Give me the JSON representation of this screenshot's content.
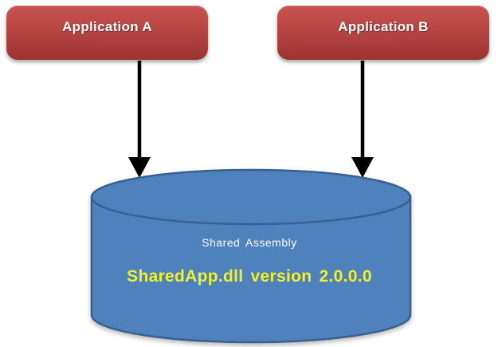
{
  "diagram": {
    "nodes": {
      "app_a": {
        "label": "Application A"
      },
      "app_b": {
        "label": "Application B"
      },
      "shared_assembly": {
        "title": "Shared Assembly",
        "subtitle": "SharedApp.dll version 2.0.0.0"
      }
    },
    "edges": [
      {
        "from": "app_a",
        "to": "shared_assembly",
        "style": "solid-arrow-down"
      },
      {
        "from": "app_b",
        "to": "shared_assembly",
        "style": "solid-arrow-down"
      }
    ],
    "colors": {
      "background": "#ffffff",
      "app_box_top": "#c85350",
      "app_box_mid": "#b2423f",
      "app_box_bottom": "#9c3433",
      "app_box_text": "#ffffff",
      "cylinder_fill": "#4f81bd",
      "cylinder_stroke": "#38618f",
      "assembly_title_color": "#ffffff",
      "assembly_subtitle_color": "#eff02e",
      "arrow_color": "#000000"
    }
  }
}
